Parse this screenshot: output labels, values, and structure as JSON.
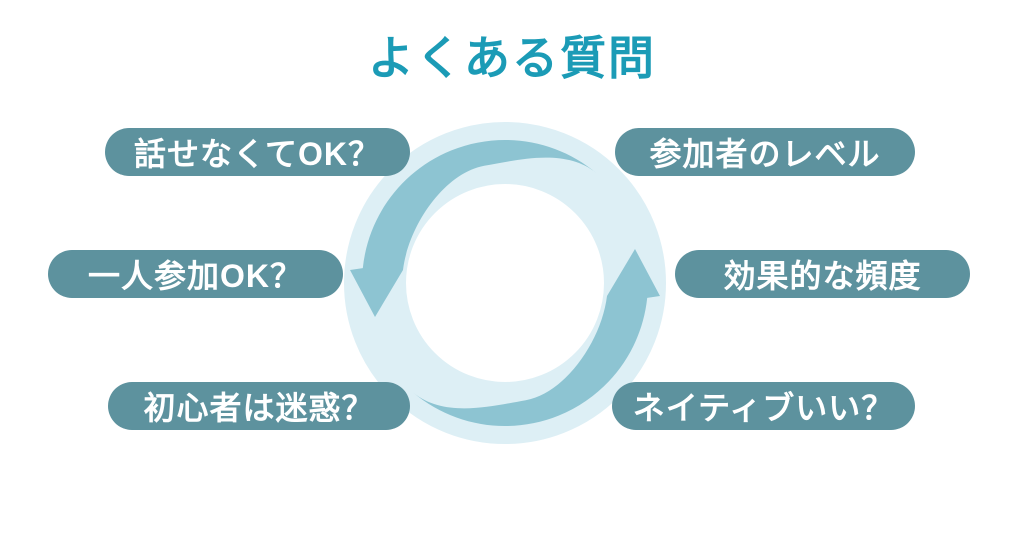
{
  "title": "よくある質問",
  "colors": {
    "title_text": "#1b9bb6",
    "pill_bg": "#5d929e",
    "pill_text": "#ffffff",
    "arrow": "#8dc4d2",
    "ring": "#ddeff5",
    "page_bg": "#ffffff"
  },
  "questions": [
    {
      "label": "話せなくてOK？",
      "position": "top-left"
    },
    {
      "label": "参加者のレベル",
      "position": "top-right"
    },
    {
      "label": "一人参加OK？",
      "position": "middle-left"
    },
    {
      "label": "効果的な頻度",
      "position": "middle-right"
    },
    {
      "label": "初心者は迷惑？",
      "position": "bottom-left"
    },
    {
      "label": "ネイティブいい？",
      "position": "bottom-right"
    }
  ],
  "center_graphic": {
    "type": "cycle-arrows",
    "arrow_count": 2,
    "direction": "counterclockwise"
  }
}
